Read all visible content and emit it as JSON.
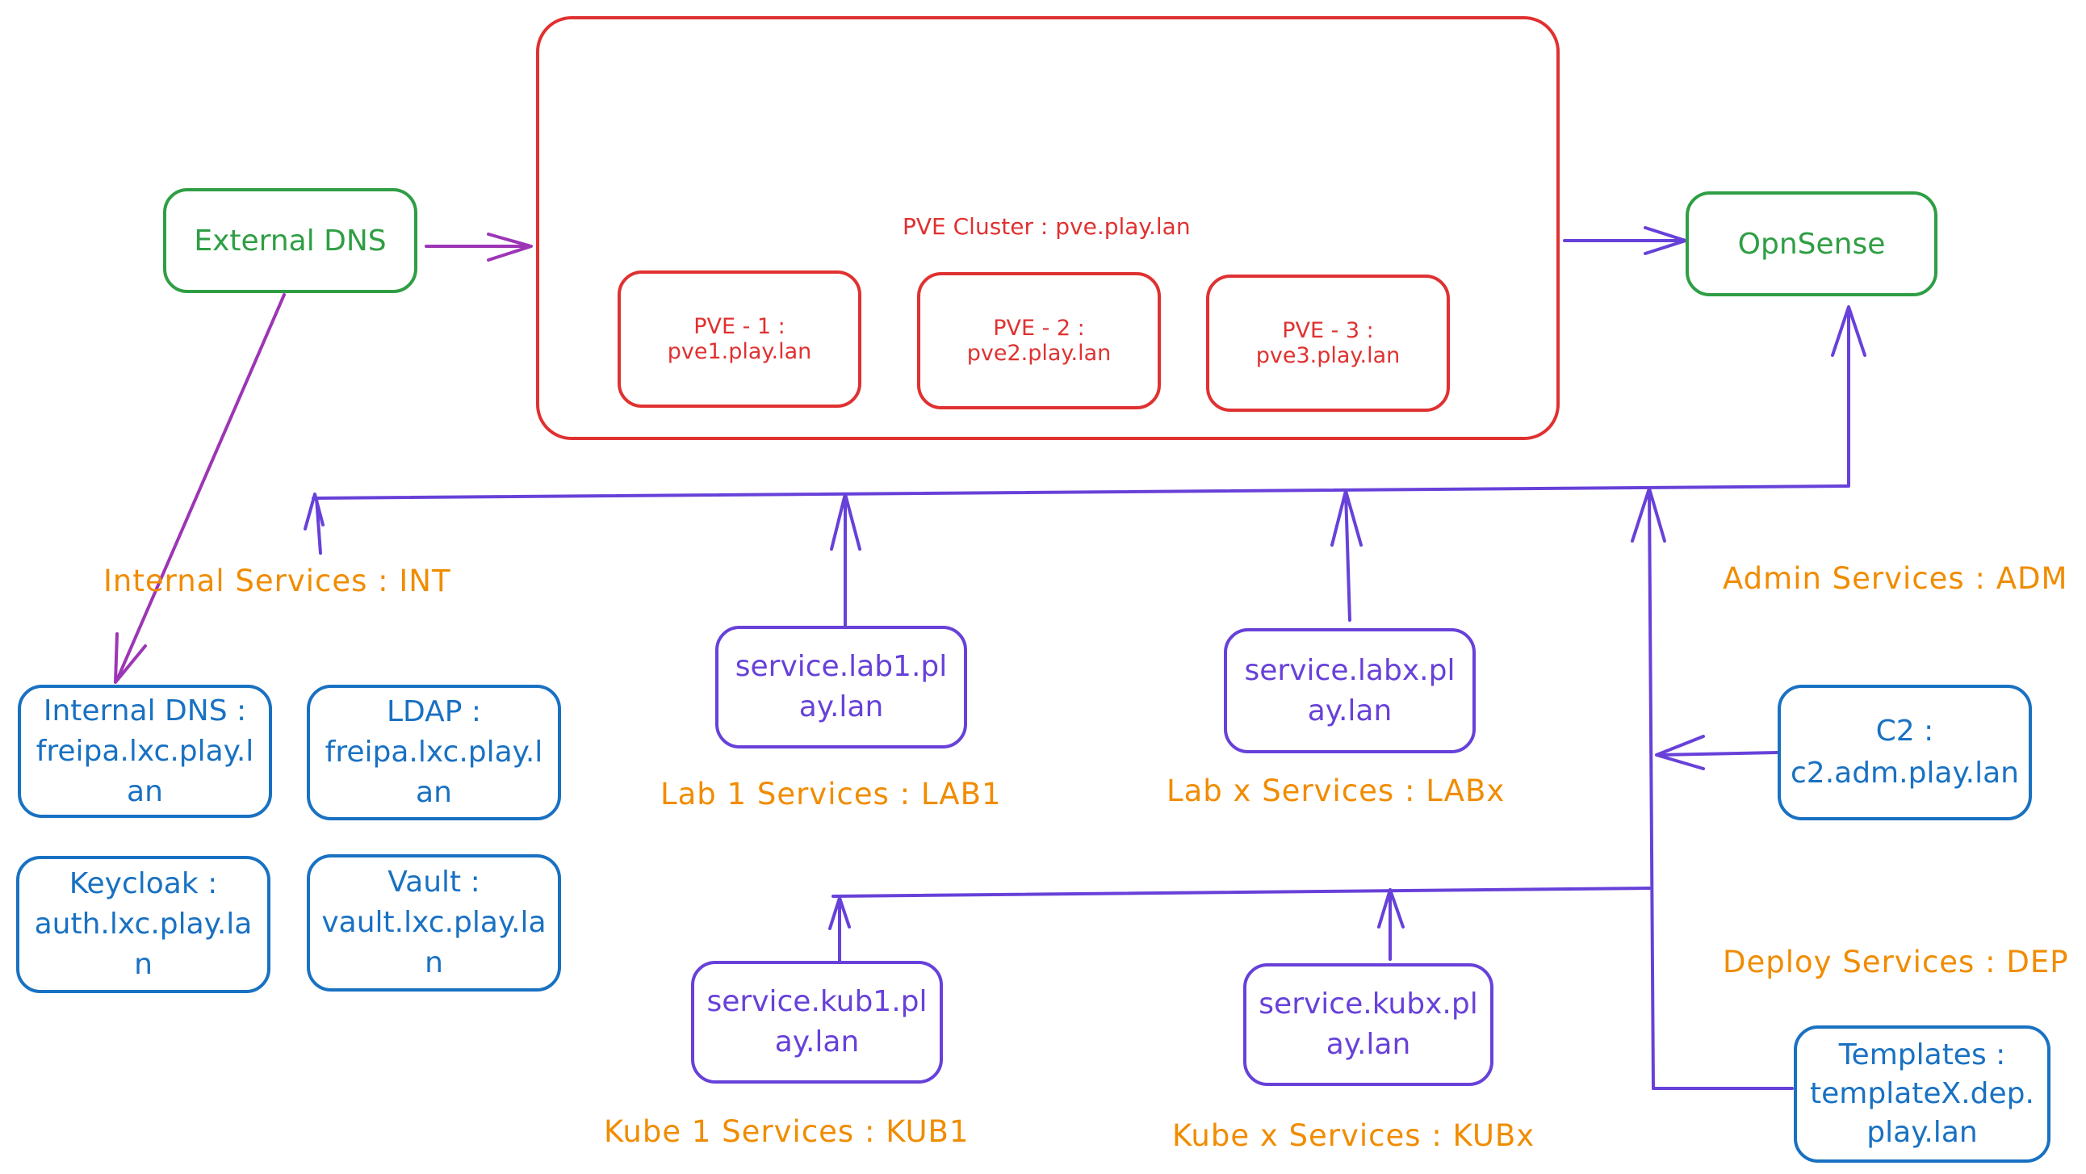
{
  "colors": {
    "green": "#2f9e44",
    "red": "#e03131",
    "purple": "#6741d9",
    "blue": "#1971c2",
    "orange": "#f08c00",
    "magenta": "#9c36b5"
  },
  "external_dns": {
    "label": "External DNS"
  },
  "opnsense": {
    "label": "OpnSense"
  },
  "cluster": {
    "title": "PVE Cluster : pve.play.lan",
    "nodes": [
      {
        "label": "PVE - 1 :\npve1.play.lan"
      },
      {
        "label": "PVE - 2 :\npve2.play.lan"
      },
      {
        "label": "PVE - 3 :\npve3.play.lan"
      }
    ]
  },
  "internal_services": {
    "label": "Internal Services : INT",
    "items": [
      {
        "label": "Internal DNS :\nfreipa.lxc.play.lan"
      },
      {
        "label": "LDAP :\nfreipa.lxc.play.lan"
      },
      {
        "label": "Keycloak :\nauth.lxc.play.lan"
      },
      {
        "label": "Vault :\nvault.lxc.play.lan"
      }
    ]
  },
  "lab_services": [
    {
      "service": "service.lab1.play.lan",
      "label": "Lab 1 Services : LAB1"
    },
    {
      "service": "service.labx.play.lan",
      "label": "Lab x Services : LABx"
    }
  ],
  "kube_services": [
    {
      "service": "service.kub1.play.lan",
      "label": "Kube 1 Services : KUB1"
    },
    {
      "service": "service.kubx.play.lan",
      "label": "Kube x Services : KUBx"
    }
  ],
  "admin_services": {
    "label": "Admin Services : ADM",
    "item": {
      "label": "C2 :\nc2.adm.play.lan"
    }
  },
  "deploy_services": {
    "label": "Deploy Services : DEP",
    "item": {
      "label": "Templates :\ntemplateX.dep.play.lan"
    }
  }
}
